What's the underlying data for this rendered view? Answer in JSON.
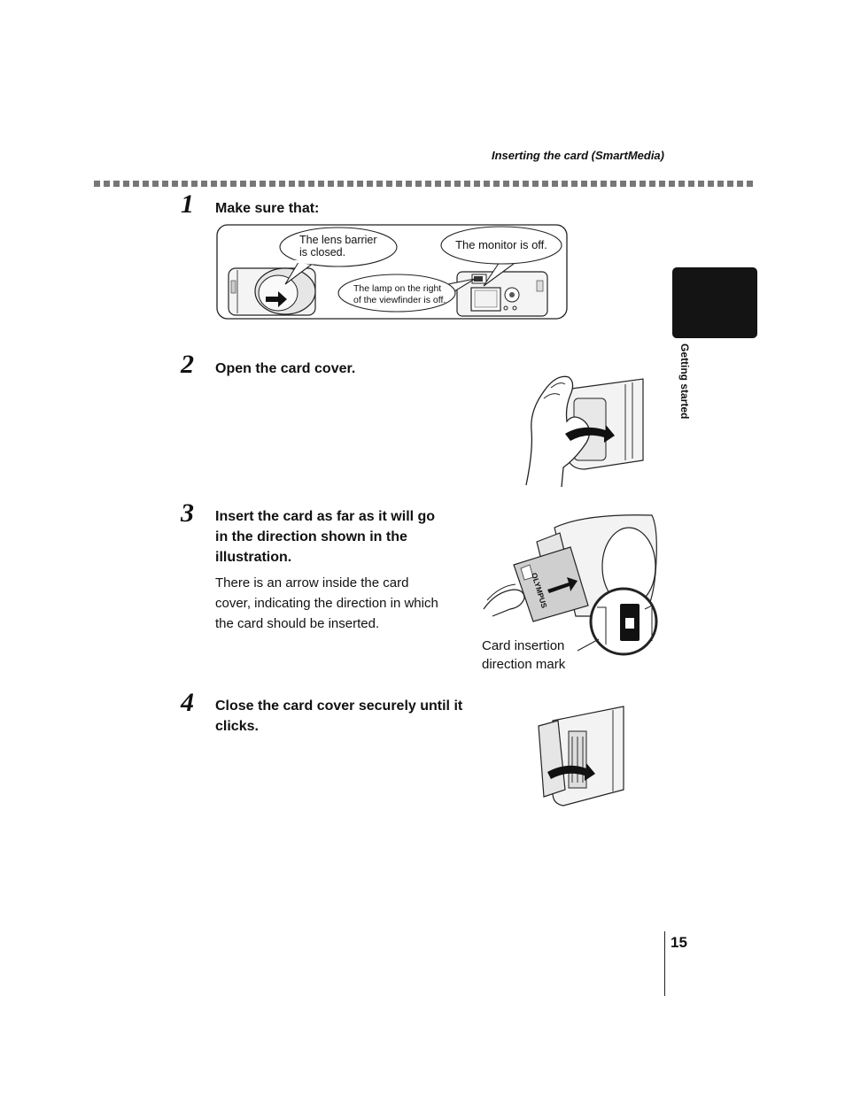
{
  "header": {
    "title": "Inserting the card (SmartMedia)"
  },
  "side_tab": {
    "label": "Getting started"
  },
  "page": {
    "number": "15"
  },
  "steps": [
    {
      "number": "1",
      "text": "Make sure that:",
      "callouts": {
        "lens": [
          "The lens barrier",
          "is closed."
        ],
        "monitor": "The monitor is off.",
        "lamp": [
          "The lamp on the right",
          "of the viewfinder is off."
        ]
      }
    },
    {
      "number": "2",
      "text": "Open the card cover."
    },
    {
      "number": "3",
      "text_lines": [
        "Insert the card as far as it will go",
        "in the direction shown in the",
        "illustration."
      ],
      "body_lines": [
        "There is an arrow inside the card",
        "cover, indicating the direction in which",
        "the card should be inserted."
      ],
      "card_brand": "OLYMPUS",
      "mark_label": [
        "Card insertion",
        "direction mark"
      ]
    },
    {
      "number": "4",
      "text_lines": [
        "Close the card cover securely until it",
        "clicks."
      ]
    }
  ]
}
